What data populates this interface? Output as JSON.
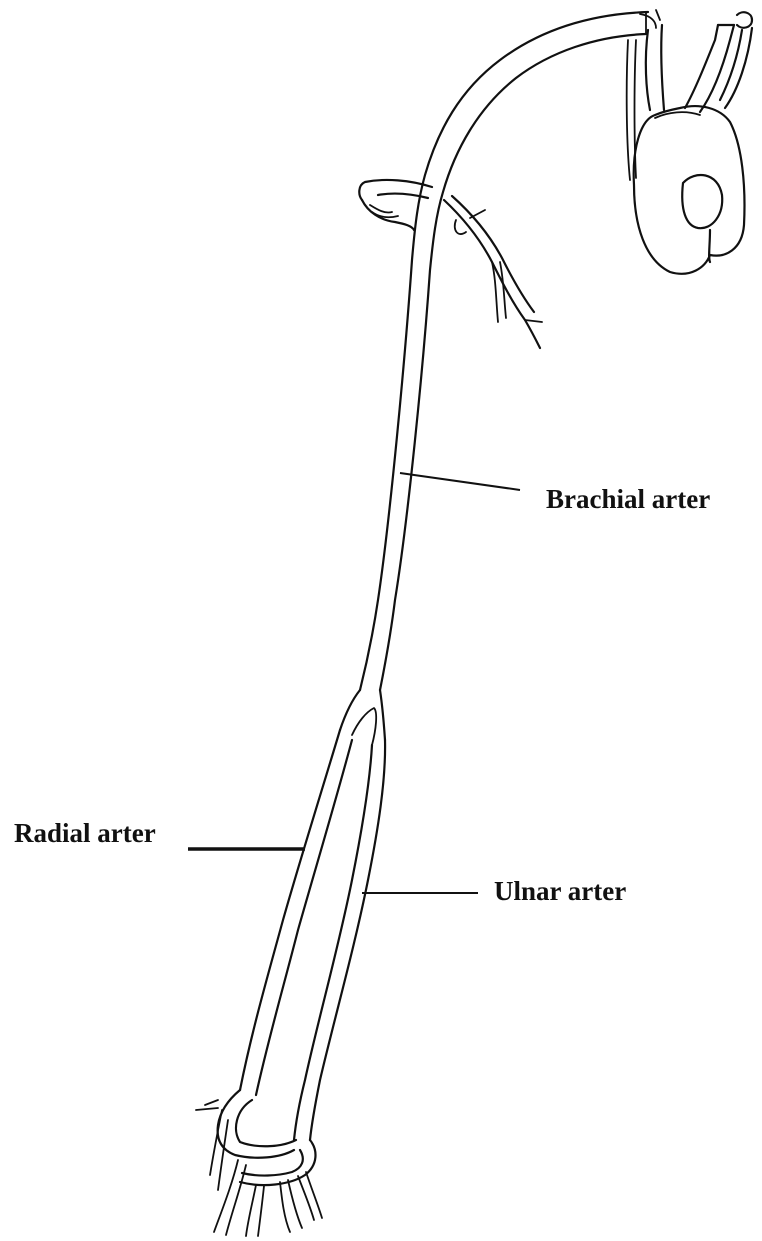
{
  "labels": {
    "brachial": "Brachial arter",
    "radial": "Radial arter",
    "ulnar": "Ulnar arter"
  },
  "colors": {
    "line": "#111111",
    "background": "#ffffff"
  }
}
